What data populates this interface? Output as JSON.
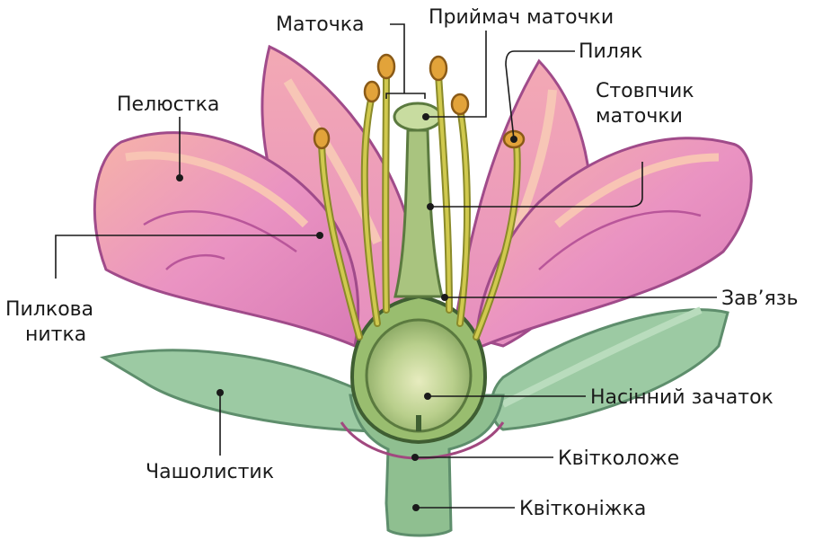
{
  "labels": {
    "pistil": "Маточка",
    "stigma": "Приймач маточки",
    "anther": "Пиляк",
    "style_line1": "Стовпчик",
    "style_line2": "маточки",
    "petal": "Пелюстка",
    "filament_line1": "Пилкова",
    "filament_line2": "нитка",
    "ovary": "Зав’язь",
    "ovule": "Насінний зачаток",
    "sepal": "Чашолистик",
    "receptacle": "Квітколоже",
    "pedicel": "Квітконіжка"
  },
  "colors": {
    "petal": "#e88fbf",
    "petal_light": "#f4b3a6",
    "petal_dark": "#a04b8a",
    "sepal": "#8fc39a",
    "sepal_dark": "#5e8e6c",
    "pistil": "#a9c47f",
    "pistil_dark": "#6f8d4d",
    "filament": "#c9c24a",
    "anther": "#e0a23a"
  }
}
